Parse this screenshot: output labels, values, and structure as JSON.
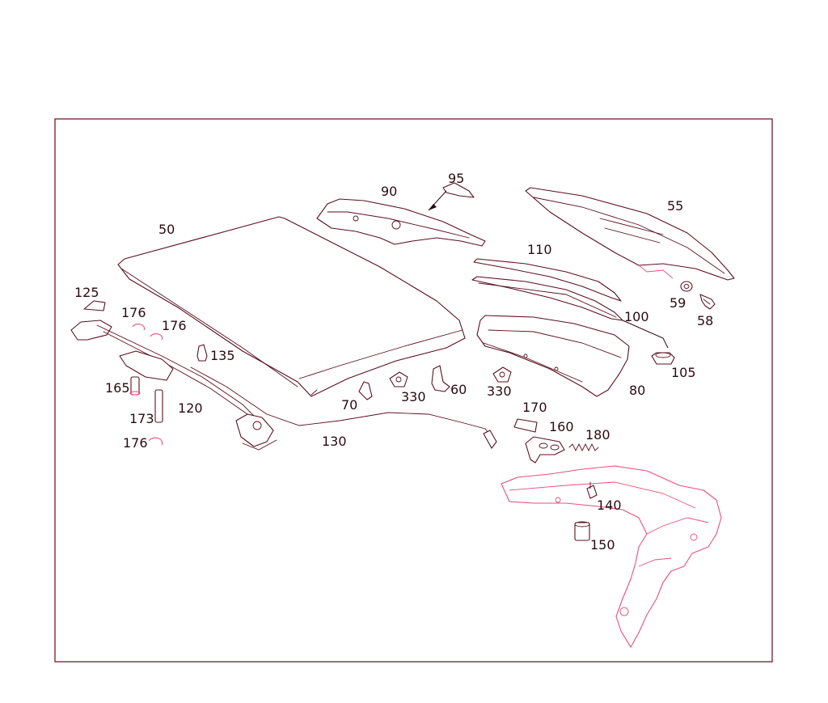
{
  "callouts": {
    "c50": "50",
    "c90": "90",
    "c95": "95",
    "c55": "55",
    "c110": "110",
    "c100": "100",
    "c59": "59",
    "c58": "58",
    "c105": "105",
    "c80": "80",
    "c125": "125",
    "c176a": "176",
    "c176b": "176",
    "c176c": "176",
    "c135": "135",
    "c165": "165",
    "c173": "173",
    "c120": "120",
    "c130": "130",
    "c70": "70",
    "c330a": "330",
    "c60": "60",
    "c330b": "330",
    "c170": "170",
    "c160": "160",
    "c180": "180",
    "c140": "140",
    "c150": "150"
  },
  "colors": {
    "frame": "#7a1a2e",
    "part_outline": "#5a1020",
    "highlight_outline": "#e8507a"
  }
}
